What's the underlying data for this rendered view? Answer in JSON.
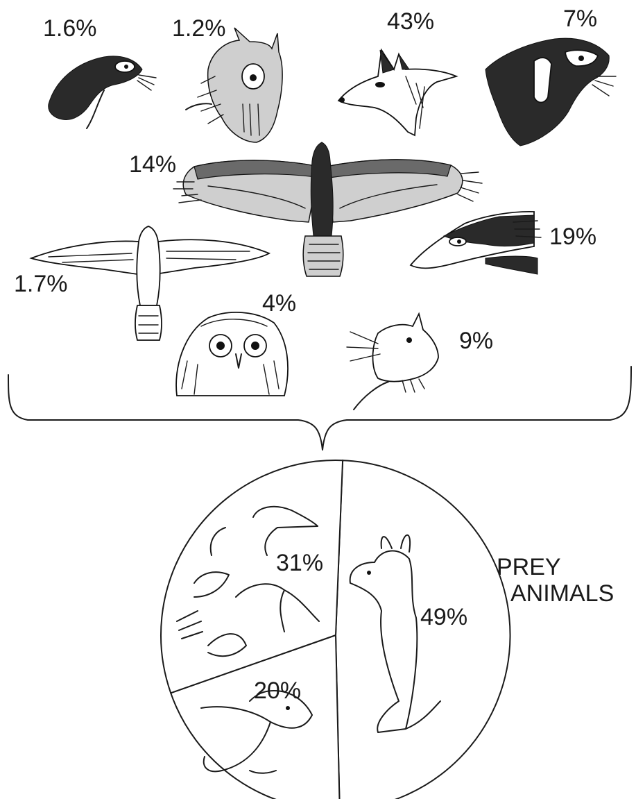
{
  "predators": {
    "marten": "1.6%",
    "eagle_owl": "1.2%",
    "fox": "43%",
    "badger": "7%",
    "buzzard": "14%",
    "polecat": "19%",
    "goshawk": "1.7%",
    "tawny_owl": "4%",
    "cat": "9%"
  },
  "prey": {
    "title_line1": "PREY",
    "title_line2": "ANIMALS",
    "small_prey": "31%",
    "mice": "20%",
    "rabbits": "49%"
  },
  "chart_data": {
    "type": "pie",
    "title": "",
    "slices": [
      {
        "value": 49
      },
      {
        "value": 20
      },
      {
        "value": 31
      }
    ]
  }
}
